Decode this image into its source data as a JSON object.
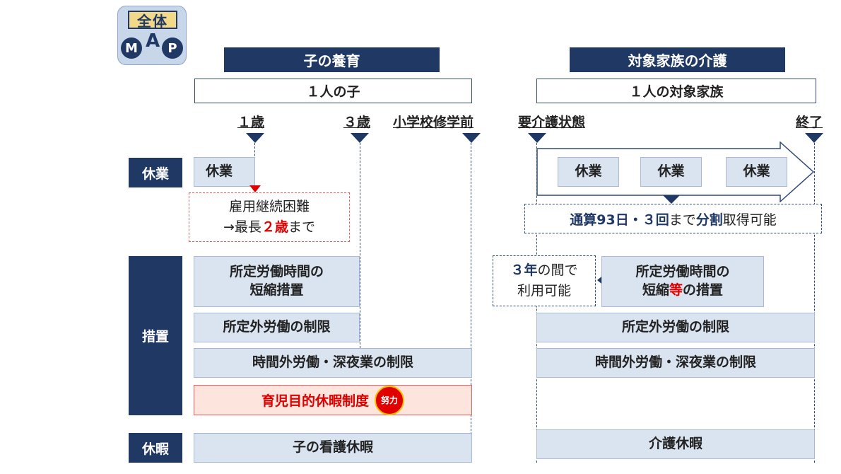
{
  "logo": {
    "kanji": "全体",
    "letters": [
      "M",
      "A",
      "P"
    ]
  },
  "sections": {
    "child": {
      "title": "子の養育",
      "subtitle": "１人の子"
    },
    "family": {
      "title": "対象家族の介護",
      "subtitle": "１人の対象家族"
    }
  },
  "milestones": {
    "age1": "１歳",
    "age3": "３歳",
    "school": "小学校修学前",
    "care_start": "要介護状態",
    "care_end": "終了"
  },
  "categories": {
    "leave": "休業",
    "measures": "措置",
    "vacation": "休暇"
  },
  "child": {
    "leave": "休業",
    "extension": {
      "line1": "雇用継続困難",
      "line2_pre": "→最長",
      "line2_em": "２歳",
      "line2_post": "まで"
    },
    "short_hours": {
      "line1": "所定労働時間の",
      "line2": "短縮措置"
    },
    "overtime_limit": "所定外労働の制限",
    "night_limit": "時間外労働・深夜業の制限",
    "childcare_leave": "育児目的休暇制度",
    "effort_badge": "努力",
    "nursing_leave": "子の看護休暇"
  },
  "family": {
    "leave_blocks": [
      "休業",
      "休業",
      "休業"
    ],
    "split_note": {
      "p1": "通算",
      "p2": "93日・３回",
      "p3": "まで",
      "p4": "分割",
      "p5": "取得可能"
    },
    "three_years": {
      "line1_em": "３年",
      "line1_post": "の間で",
      "line2": "利用可能"
    },
    "short_hours": {
      "line1": "所定労働時間の",
      "line2_pre": "短縮",
      "line2_em": "等",
      "line2_post": "の措置"
    },
    "overtime_limit": "所定外労働の制限",
    "night_limit": "時間外労働・深夜業の制限",
    "care_leave": "介護休暇"
  },
  "colors": {
    "navy": "#1f3864",
    "light_blue": "#dae3f0",
    "accent_red": "#e00000",
    "pink": "#fde4dc"
  }
}
